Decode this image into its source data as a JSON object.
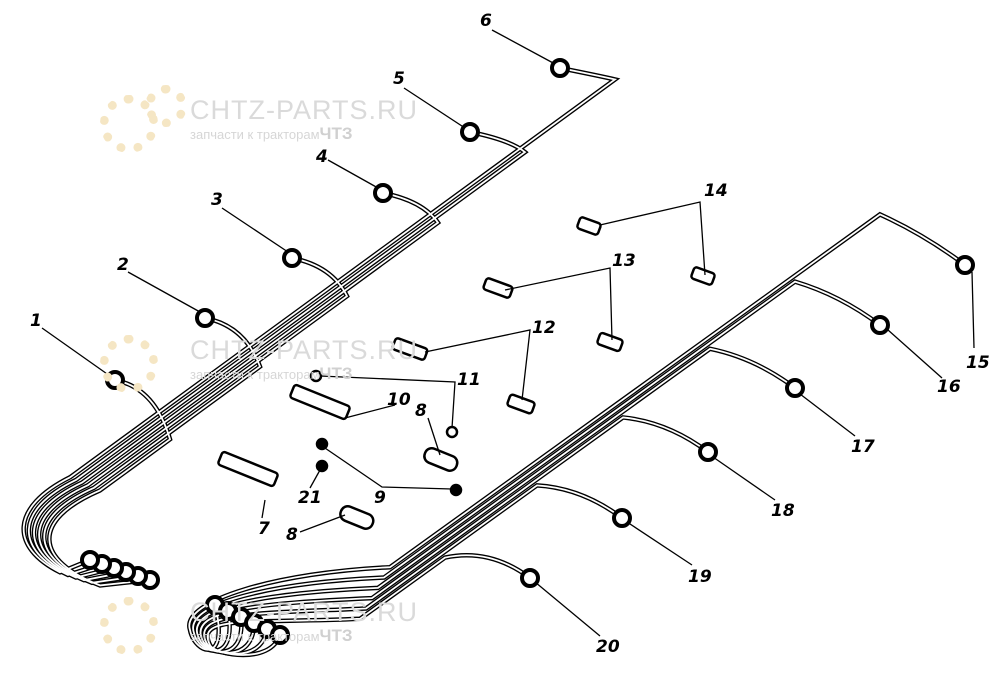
{
  "watermark": {
    "brand": "CHTZ-PARTS.RU",
    "tagline": "запчасти к тракторам",
    "tag_suffix": "ЧТЗ",
    "color": "#f5e6c4"
  },
  "callouts": [
    "1",
    "2",
    "3",
    "4",
    "5",
    "6",
    "7",
    "8",
    "9",
    "10",
    "11",
    "12",
    "13",
    "14",
    "15",
    "16",
    "17",
    "18",
    "19",
    "20",
    "21"
  ],
  "labels": {
    "p1": "1",
    "p2": "2",
    "p3": "3",
    "p4": "4",
    "p5": "5",
    "p6": "6",
    "p7": "7",
    "p8a": "8",
    "p8b": "8",
    "p9": "9",
    "p10": "10",
    "p11": "11",
    "p12": "12",
    "p13": "13",
    "p14": "14",
    "p15": "15",
    "p16": "16",
    "p17": "17",
    "p18": "18",
    "p19": "19",
    "p20": "20",
    "p21": "21"
  }
}
